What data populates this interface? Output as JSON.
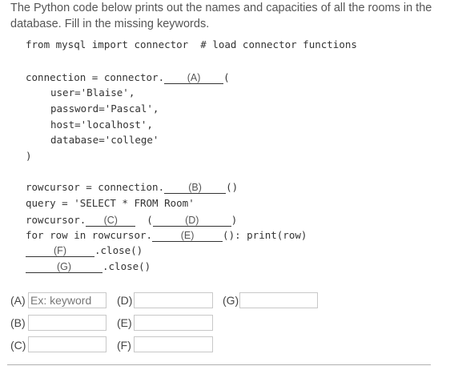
{
  "intro": "The Python code below prints out the names and capacities of all the rooms in the database. Fill in the missing keywords.",
  "code": {
    "line_import": "from mysql import connector  # load connector functions",
    "connection_prefix": "connection = connector.",
    "blank_a": "(A)",
    "connection_suffix": "(",
    "arg_user": "user='Blaise',",
    "arg_password": "password='Pascal',",
    "arg_host": "host='localhost',",
    "arg_database": "database='college'",
    "close_paren": ")",
    "rowcursor_prefix": "rowcursor = connection.",
    "blank_b": "(B)",
    "rowcursor_suffix": "()",
    "query_line": "query = 'SELECT * FROM Room'",
    "exec_prefix": "rowcursor.",
    "blank_c": "(C)",
    "exec_mid": "(",
    "blank_d": "(D)",
    "exec_suffix": ")",
    "for_prefix": "for row in rowcursor.",
    "blank_e": "(E)",
    "for_suffix": "(): print(row)",
    "blank_f": "(F)",
    "close_f_suffix": ".close()",
    "blank_g": "(G)",
    "close_g_suffix": ".close()"
  },
  "answers": {
    "a_label": "(A)",
    "a_placeholder": "Ex: keyword",
    "b_label": "(B)",
    "c_label": "(C)",
    "d_label": "(D)",
    "e_label": "(E)",
    "f_label": "(F)",
    "g_label": "(G)"
  }
}
